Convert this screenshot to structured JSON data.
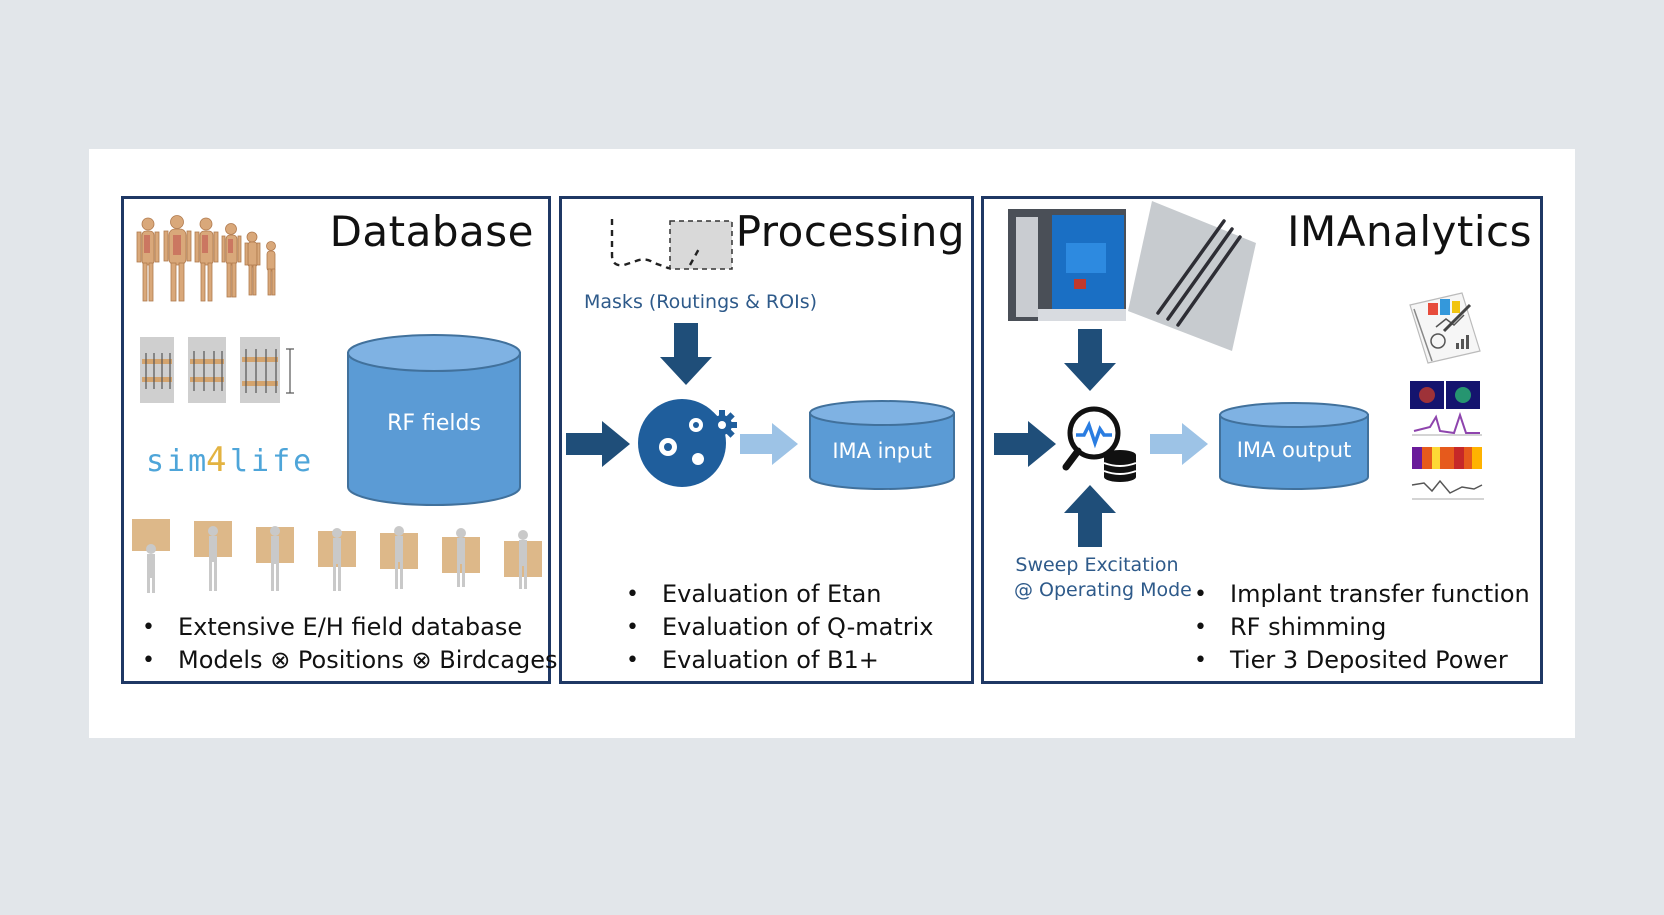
{
  "database": {
    "title": "Database",
    "store_label": "RF fields",
    "logo_text": "sim4life",
    "bullets": [
      "Extensive E/H field database",
      "Models ⊗ Positions ⊗ Birdcages"
    ]
  },
  "processing": {
    "title": "Processing",
    "mask_caption": "Masks (Routings & ROIs)",
    "store_label": "IMA input",
    "bullets": [
      "Evaluation of Etan",
      "Evaluation of Q-matrix",
      "Evaluation of B1+"
    ]
  },
  "imanalytics": {
    "title": "IMAnalytics",
    "store_label": "IMA output",
    "sweep_caption_line1": "Sweep Excitation",
    "sweep_caption_line2": "@ Operating Mode",
    "bullets": [
      "Implant transfer function",
      "RF shimming",
      "Tier 3 Deposited Power"
    ]
  },
  "icons": [
    "human-models-icon",
    "birdcage-coil-icon",
    "mask-routing-icon",
    "gears-icon",
    "analytics-search-icon",
    "device-photo-icon",
    "implant-leads-icon",
    "report-icon",
    "result-plots-icon"
  ],
  "colors": {
    "border": "#1f3864",
    "cylinder": "#5b9bd5",
    "cylinder_edge": "#41719c",
    "arrow_dark": "#1f4e79",
    "arrow_light": "#9dc3e6",
    "caption": "#2e5a8a"
  }
}
